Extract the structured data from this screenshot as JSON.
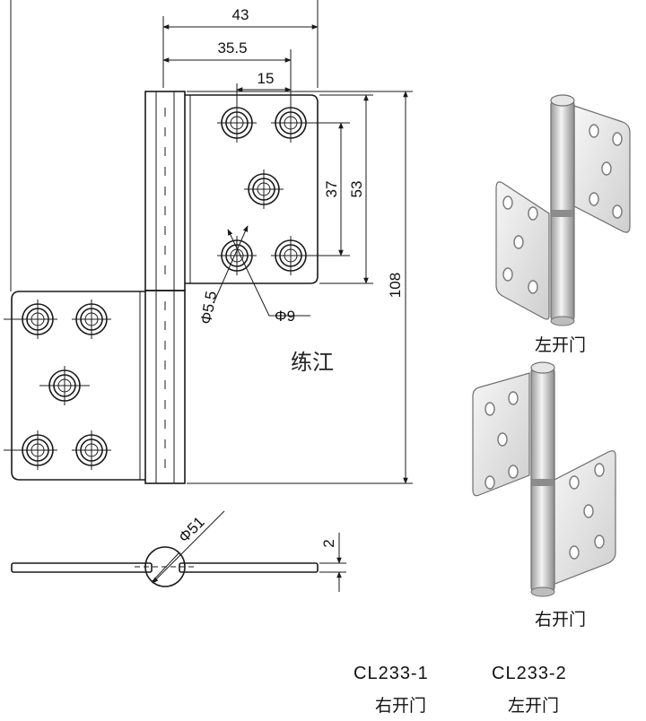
{
  "drawing": {
    "dim_width_total": "43",
    "dim_width_holes": "35.5",
    "dim_hole_pitch": "15",
    "dim_hole_vertical": "37",
    "dim_leaf_height": "53",
    "dim_total_height": "108",
    "dim_small_hole": "Φ5.5",
    "dim_large_hole": "Φ9",
    "dim_knuckle": "Φ51",
    "dim_thickness": "2"
  },
  "watermark": "练江",
  "views": {
    "top_caption": "左开门",
    "bottom_caption": "右开门"
  },
  "models": [
    {
      "code": "CL233-1",
      "direction": "右开门"
    },
    {
      "code": "CL233-2",
      "direction": "左开门"
    }
  ],
  "colors": {
    "line": "#1a1a1a",
    "hinge_metal": "#d9d9d9",
    "hinge_shadow": "#9e9e9e"
  }
}
